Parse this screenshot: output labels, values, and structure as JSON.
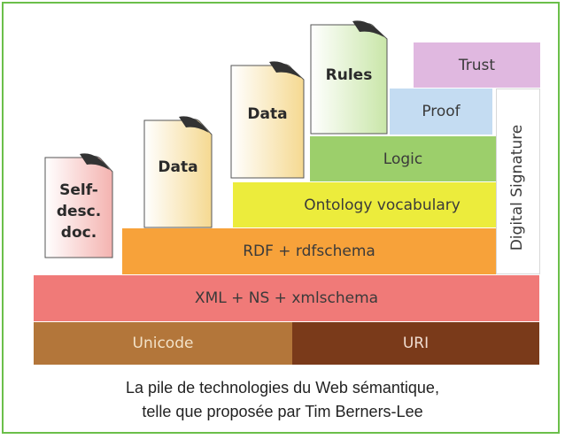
{
  "layers": {
    "unicode": "Unicode",
    "uri": "URI",
    "xml": "XML + NS + xmlschema",
    "rdf": "RDF + rdfschema",
    "ontology": "Ontology vocabulary",
    "logic": "Logic",
    "proof": "Proof",
    "trust": "Trust",
    "signature": "Digital Signature"
  },
  "documents": {
    "self_desc": [
      "Self-",
      "desc.",
      "doc."
    ],
    "data_1": "Data",
    "data_2": "Data",
    "rules": "Rules"
  },
  "caption": {
    "line1": "La pile de technologies du Web sémantique,",
    "line2": "telle que proposée par Tim Berners-Lee"
  },
  "colors": {
    "unicode": "#b3763a",
    "uri": "#7a3a1a",
    "xml": "#f07a78",
    "rdf": "#f7a23a",
    "ontology": "#ecec3c",
    "logic": "#9ccf6b",
    "proof": "#c4dcf2",
    "trust": "#e0b8e0",
    "signature": "#ffffff",
    "frame": "#6bbf4a",
    "doc_pink": "#f4b3b0",
    "doc_yellow": "#f5d991",
    "doc_green": "#c9e6a8"
  }
}
